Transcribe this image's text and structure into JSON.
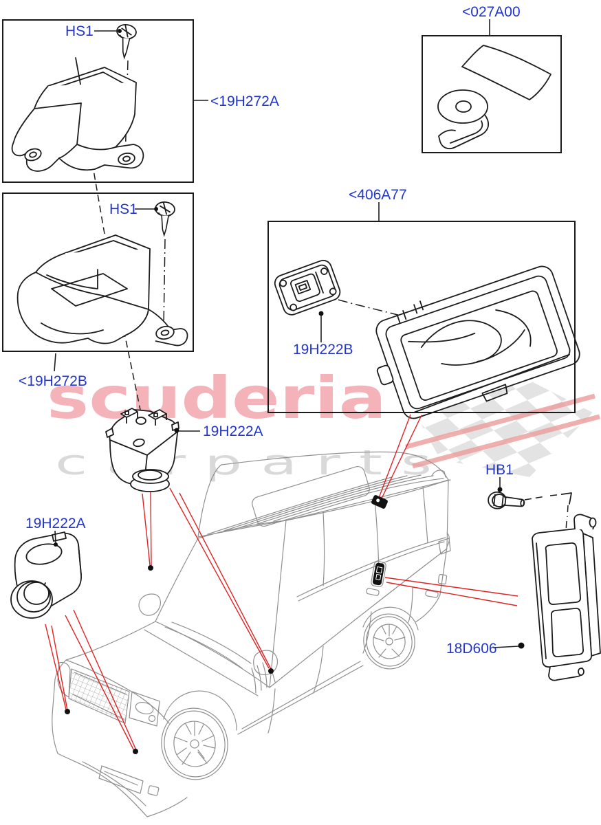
{
  "diagram": {
    "watermark": {
      "brand": "scuderia",
      "tagline": "c a r   p a r t s"
    },
    "callouts": {
      "hs1_top": "HS1",
      "p19h272a": "<19H272A",
      "p027a00": "<027A00",
      "p406a77": "<406A77",
      "hs1_mid": "HS1",
      "p19h272b": "<19H272B",
      "p19h222b": "19H222B",
      "p19h222a_center": "19H222A",
      "p19h222a_left": "19H222A",
      "hb1": "HB1",
      "p18d606": "18D606"
    },
    "colors": {
      "callout_blue": "#2236cb",
      "leader_red": "#e02222",
      "part_line": "#1c1c1c",
      "car_line": "#8f8f8f",
      "watermark_pink": "#f4b3b9",
      "watermark_gray": "#d9d9d9",
      "flag_gray": "#e3e3e3",
      "flag_red": "#eb9b9b"
    }
  }
}
